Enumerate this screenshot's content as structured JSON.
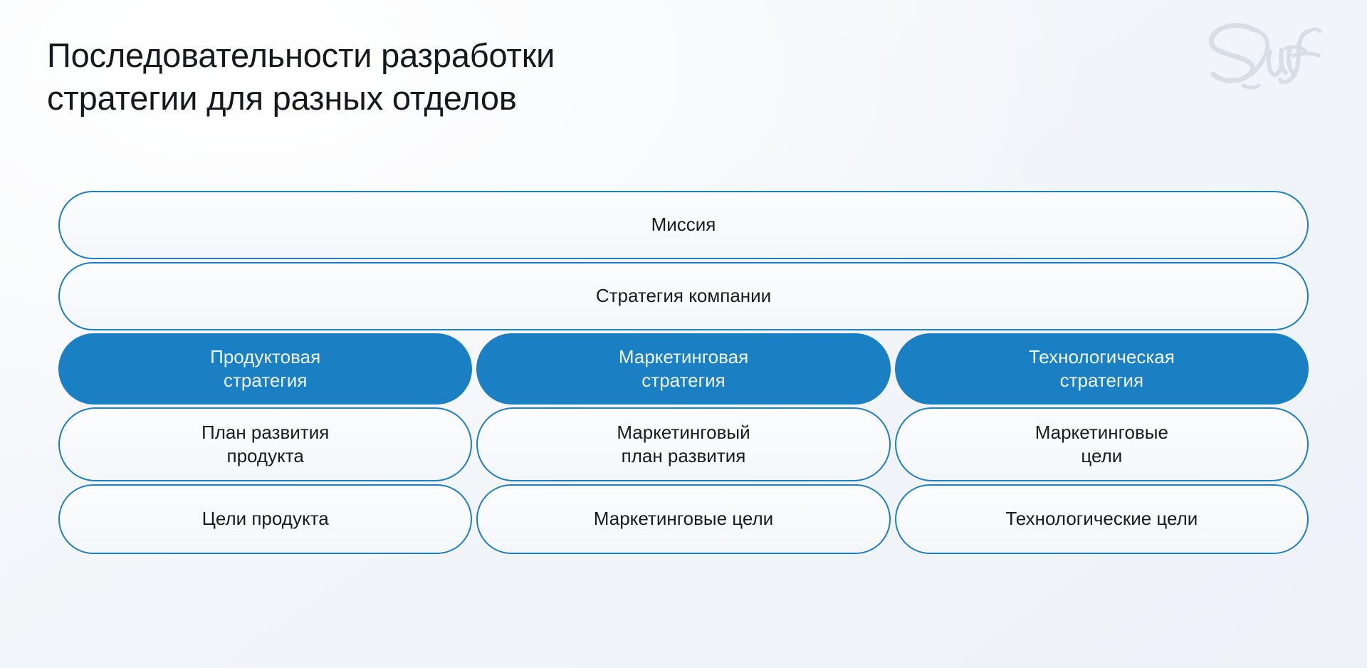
{
  "header": {
    "title": "Последовательности разработки\nстратегии для разных отделов"
  },
  "brand": {
    "name": "Surf",
    "logo_icon": "surf-script-logo-icon"
  },
  "colors": {
    "accent_blue": "#1b7fc4",
    "outline_blue": "#1f7ec2",
    "background": "#f2f5f9",
    "text_dark": "#191b1f",
    "text_on_accent": "#eef7fd"
  },
  "diagram": {
    "rows": [
      {
        "key": "mission",
        "style": "outline",
        "cells": [
          {
            "label": "Миссия"
          }
        ]
      },
      {
        "key": "company-strategy",
        "style": "outline",
        "cells": [
          {
            "label": "Стратегия компании"
          }
        ]
      },
      {
        "key": "strategies",
        "style": "filled",
        "cells": [
          {
            "label": "Продуктовая\nстратегия"
          },
          {
            "label": "Маркетинговая\nстратегия"
          },
          {
            "label": "Технологическая\nстратегия"
          }
        ]
      },
      {
        "key": "plans",
        "style": "outline",
        "cells": [
          {
            "label": "План развития\nпродукта"
          },
          {
            "label": "Маркетинговый\nплан развития"
          },
          {
            "label": "Маркетинговые\nцели"
          }
        ]
      },
      {
        "key": "goals",
        "style": "outline",
        "cells": [
          {
            "label": "Цели продукта"
          },
          {
            "label": "Маркетинговые цели"
          },
          {
            "label": "Технологические цели"
          }
        ]
      }
    ]
  }
}
